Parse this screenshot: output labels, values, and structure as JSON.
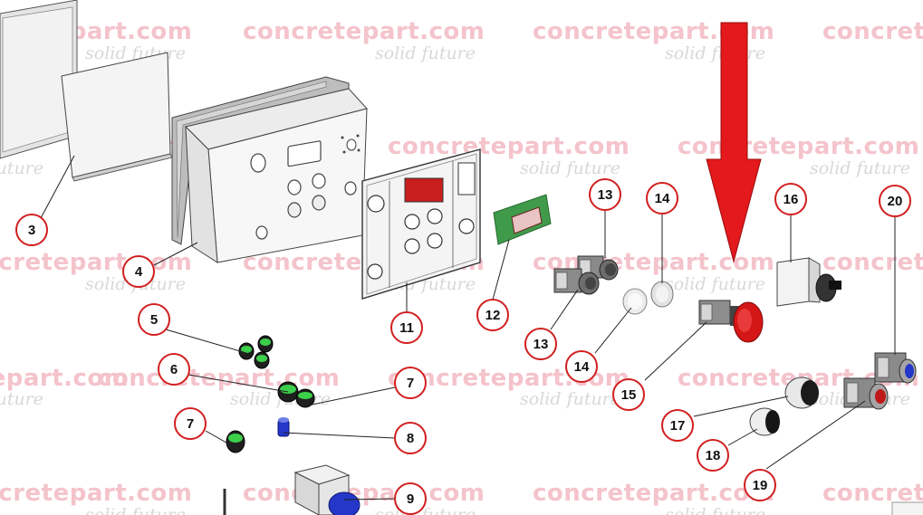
{
  "watermark": {
    "text": "concretepart.com",
    "tagline": "solid future"
  },
  "callouts": [
    {
      "label": "3"
    },
    {
      "label": "4"
    },
    {
      "label": "5"
    },
    {
      "label": "6"
    },
    {
      "label": "7"
    },
    {
      "label": "7"
    },
    {
      "label": "8"
    },
    {
      "label": "9"
    },
    {
      "label": "11"
    },
    {
      "label": "12"
    },
    {
      "label": "13"
    },
    {
      "label": "13"
    },
    {
      "label": "14"
    },
    {
      "label": "14"
    },
    {
      "label": "15"
    },
    {
      "label": "16"
    },
    {
      "label": "17"
    },
    {
      "label": "18"
    },
    {
      "label": "19"
    },
    {
      "label": "20"
    }
  ],
  "colors": {
    "arrow": "#e3191c",
    "callout_border": "#d21f1f",
    "watermark": "#f4c3cb",
    "display": "#c81e1e",
    "pcb": "#3f9a4a",
    "cable_gland_ring": "#3ccf4a",
    "fitting_blue": "#2437c8",
    "estop_red": "#d51616"
  },
  "icons": {
    "arrow": "down-arrow-icon",
    "emergency_stop": "emergency-stop-icon"
  }
}
